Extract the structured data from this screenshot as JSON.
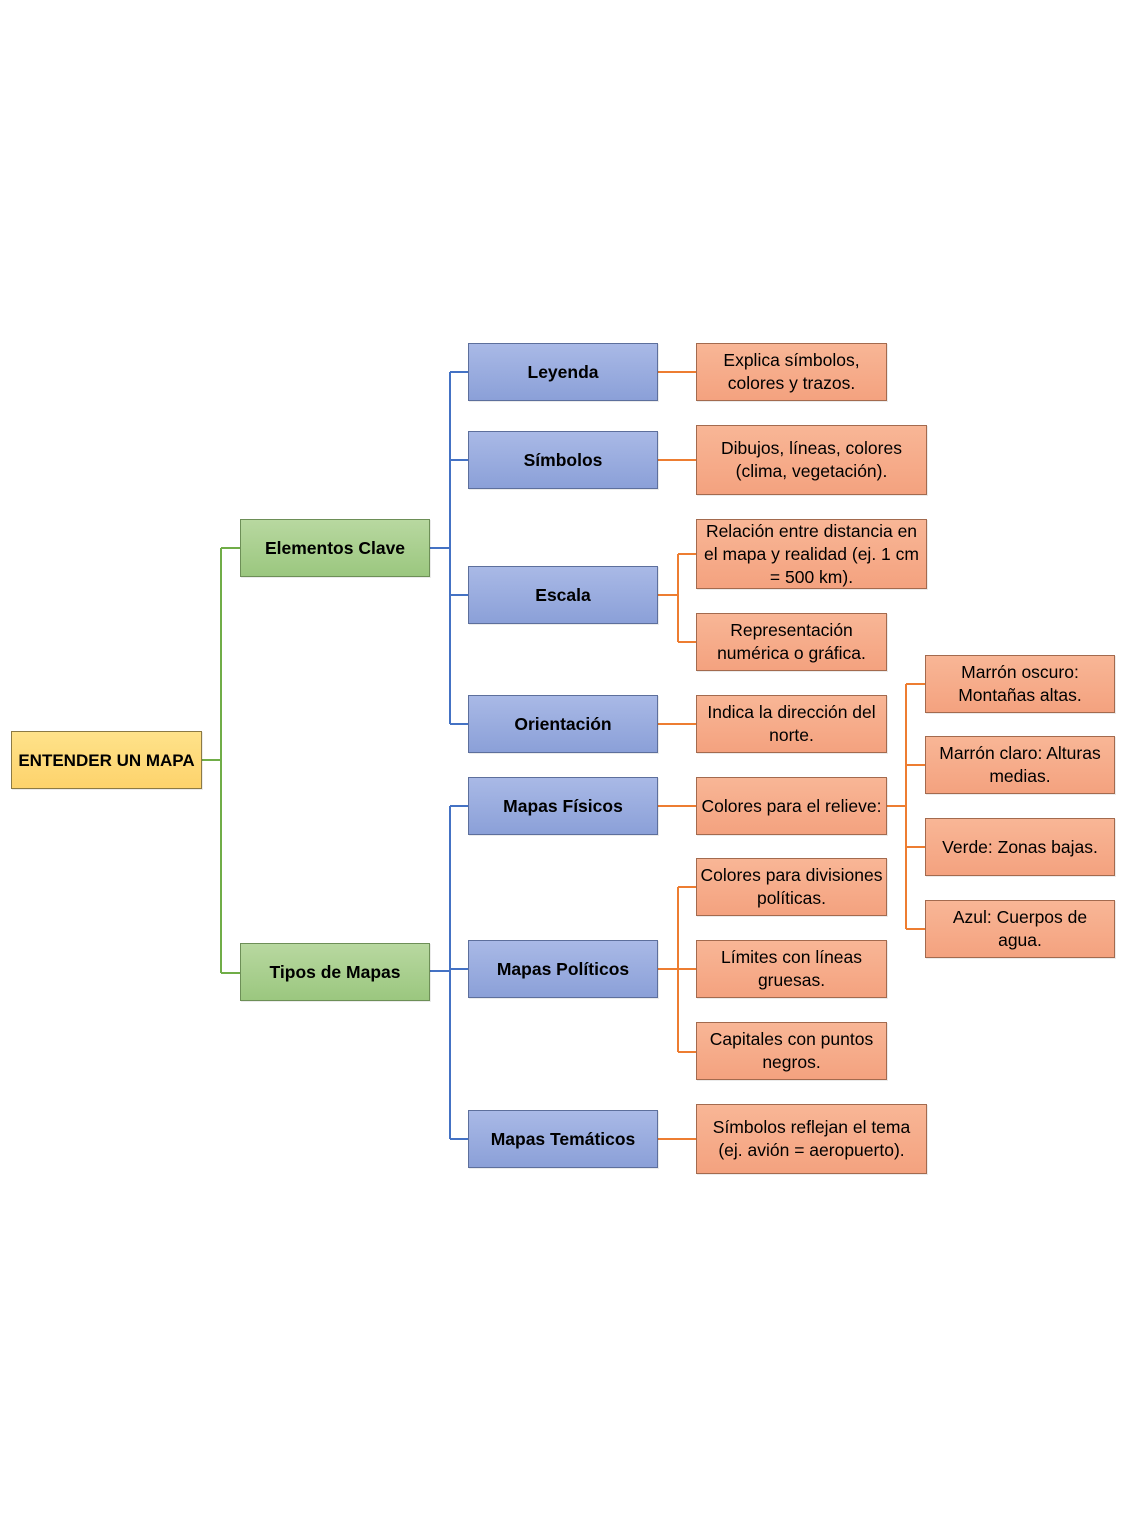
{
  "colors": {
    "root": "#fdd36c",
    "level1": "#a6cc8c",
    "level2": "#97aadc",
    "leaf": "#f6ac89",
    "connector_green": "#70ad47",
    "connector_blue": "#4472c4",
    "connector_orange": "#ed7d31"
  },
  "root": {
    "label": "ENTENDER UN MAPA"
  },
  "branches": [
    {
      "label": "Elementos Clave",
      "children": [
        {
          "label": "Leyenda",
          "details": [
            "Explica símbolos, colores y trazos."
          ]
        },
        {
          "label": "Símbolos",
          "details": [
            "Dibujos, líneas, colores (clima, vegetación)."
          ]
        },
        {
          "label": "Escala",
          "details": [
            "Relación entre distancia en el mapa y realidad (ej. 1 cm = 500 km).",
            "Representación numérica o gráfica."
          ]
        },
        {
          "label": "Orientación",
          "details": [
            "Indica la dirección del norte."
          ]
        }
      ]
    },
    {
      "label": "Tipos de Mapas",
      "children": [
        {
          "label": "Mapas Físicos",
          "details": [
            "Colores para el relieve:"
          ],
          "subdetails": [
            "Marrón oscuro: Montañas altas.",
            "Marrón claro: Alturas medias.",
            "Verde: Zonas bajas.",
            "Azul: Cuerpos de agua."
          ]
        },
        {
          "label": "Mapas Políticos",
          "details": [
            "Colores para divisiones políticas.",
            "Límites con líneas gruesas.",
            "Capitales con puntos negros."
          ]
        },
        {
          "label": "Mapas Temáticos",
          "details": [
            "Símbolos reflejan el tema (ej. avión = aeropuerto)."
          ]
        }
      ]
    }
  ]
}
